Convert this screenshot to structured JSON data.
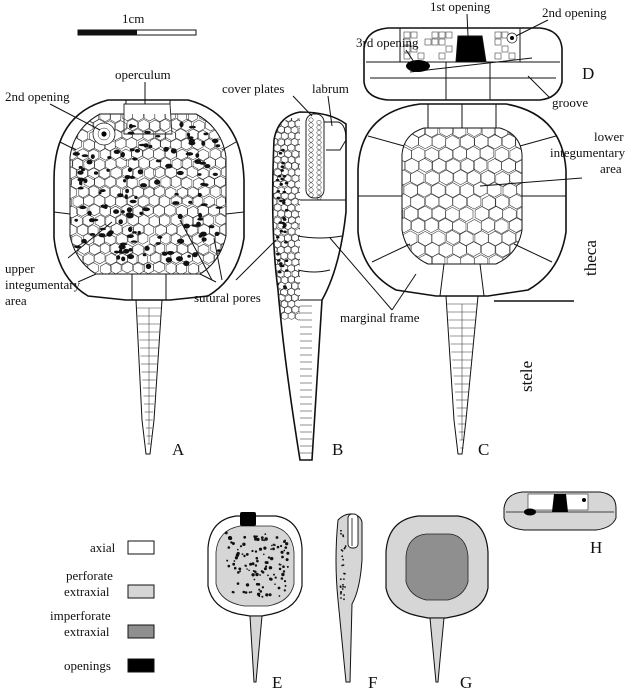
{
  "scale_bar": {
    "label": "1cm"
  },
  "labels": {
    "first_opening": "1st opening",
    "second_opening_top": "2nd opening",
    "third_opening": "3rd opening",
    "operculum": "operculum",
    "second_opening_left": "2nd opening",
    "cover_plates": "cover plates",
    "labrum": "labrum",
    "groove": "groove",
    "lower_integumentary_area": [
      "lower",
      "integumentary",
      "area"
    ],
    "upper_integumentary_area": [
      "upper",
      "integumentary",
      "area"
    ],
    "sutural_pores": "sutural pores",
    "marginal_frame": "marginal frame",
    "theca": "theca",
    "stele": "stele"
  },
  "panels": {
    "A": "A",
    "B": "B",
    "C": "C",
    "D": "D",
    "E": "E",
    "F": "F",
    "G": "G",
    "H": "H"
  },
  "legend": [
    {
      "label": [
        "axial"
      ],
      "color": "#ffffff"
    },
    {
      "label": [
        "perforate",
        "extraxial"
      ],
      "color": "#d6d6d6"
    },
    {
      "label": [
        "imperforate",
        "extraxial"
      ],
      "color": "#8f8f8f"
    },
    {
      "label": [
        "openings"
      ],
      "color": "#000000"
    }
  ],
  "colors": {
    "axial": "#ffffff",
    "perforate_extraxial": "#d6d6d6",
    "imperforate_extraxial": "#8f8f8f",
    "openings": "#000000"
  }
}
